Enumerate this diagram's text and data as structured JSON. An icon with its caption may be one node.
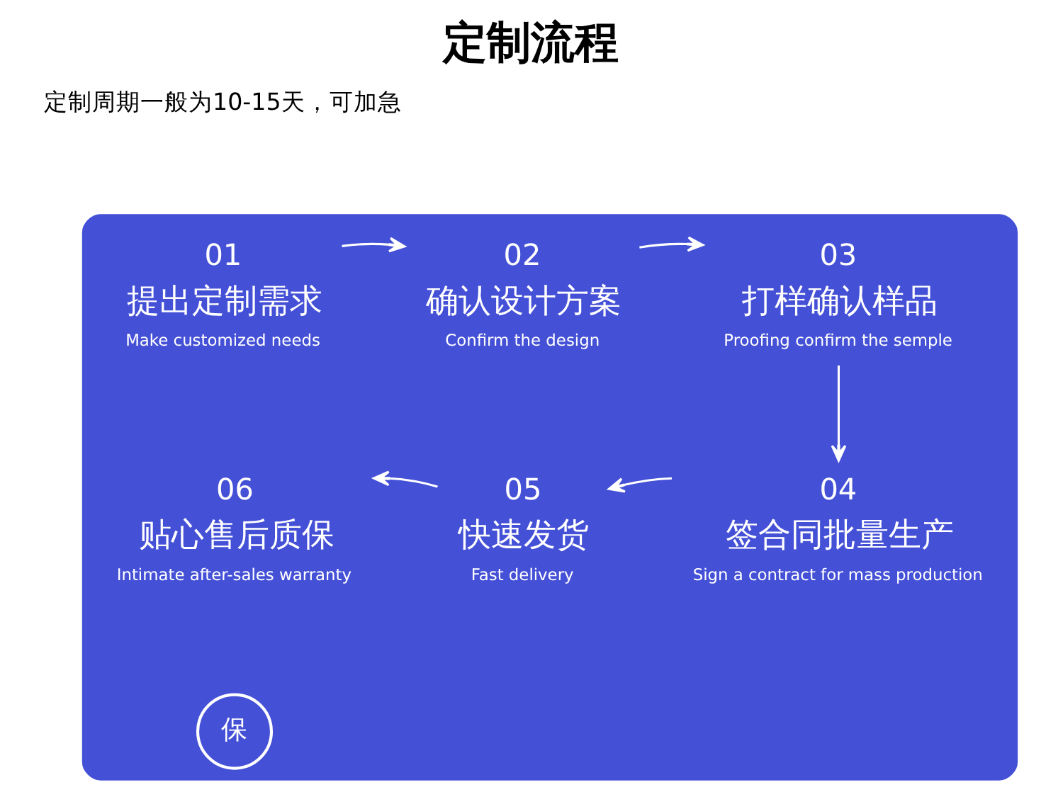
{
  "diagram": {
    "title": "定制流程",
    "nodes": [
      {
        "text": [],
        "shape": "box"
      },
      {
        "text": [
          "01",
          "提出定制需求",
          "Make customized needs"
        ],
        "in": 0
      },
      {
        "text": [
          "02",
          "确认设计方案",
          "Confirm the design"
        ],
        "in": 0
      },
      {
        "text": [
          "03",
          "打样确认样品",
          "Proofing confirm the semple"
        ],
        "in": 0
      },
      {
        "text": [
          "04",
          "签合同批量生产",
          "Sign a contract for mass production"
        ],
        "in": 0
      },
      {
        "text": [
          "05",
          "快速发货",
          "Fast delivery"
        ],
        "in": 0
      },
      {
        "text": [
          "06",
          "贴心售后质保",
          "Intimate after-sales warranty"
        ],
        "in": 0
      }
    ],
    "edges": [
      {
        "from": 1,
        "to": 2,
        "arrow": "to"
      },
      {
        "from": 2,
        "to": 3,
        "arrow": "to"
      },
      {
        "from": 3,
        "to": 4,
        "arrow": "to"
      },
      {
        "from": 4,
        "to": 5,
        "arrow": "to"
      },
      {
        "from": 5,
        "to": 6,
        "arrow": "to"
      }
    ],
    "labels": [
      "定制周期一般为10-15天，可加急",
      "保"
    ]
  }
}
